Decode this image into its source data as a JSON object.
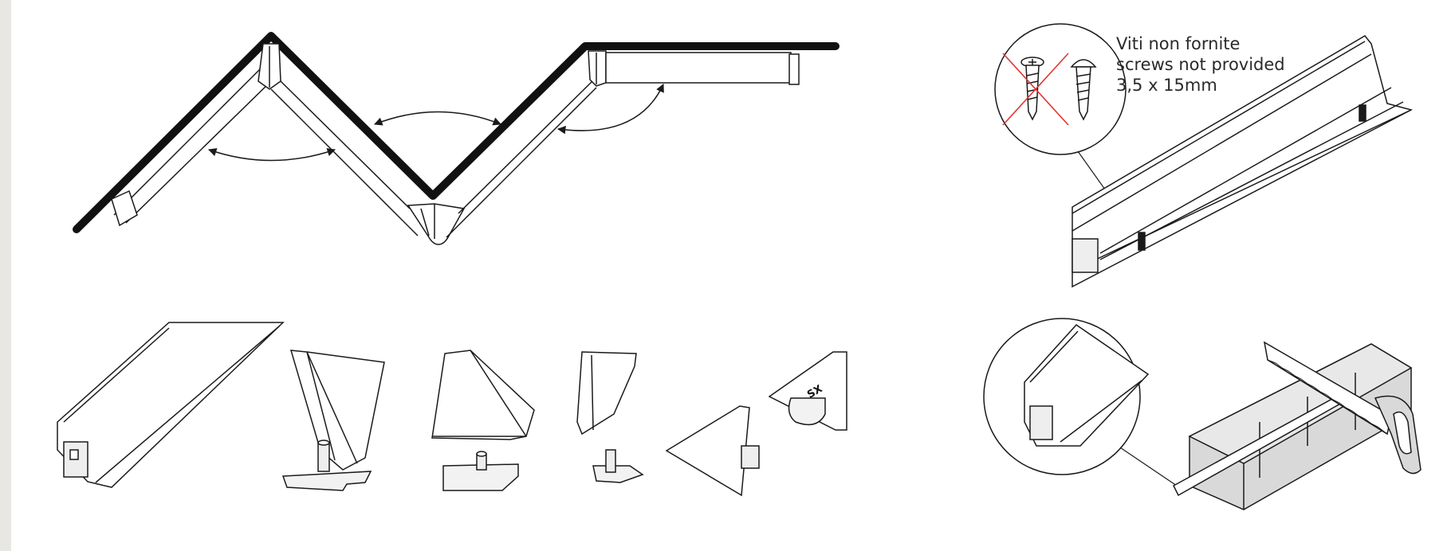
{
  "screws_note": {
    "line1": "Viti non fornite",
    "line2": "screws not provided",
    "line3": "3,5 x 15mm"
  },
  "end_cap_label": "SX",
  "colors": {
    "background": "#ffffff",
    "side_strip": "#e9e7e4",
    "line": "#1a1a1a",
    "cross": "#e3342f",
    "part_fill": "#f2f2f2",
    "block_fill": "#d9d9d9"
  }
}
